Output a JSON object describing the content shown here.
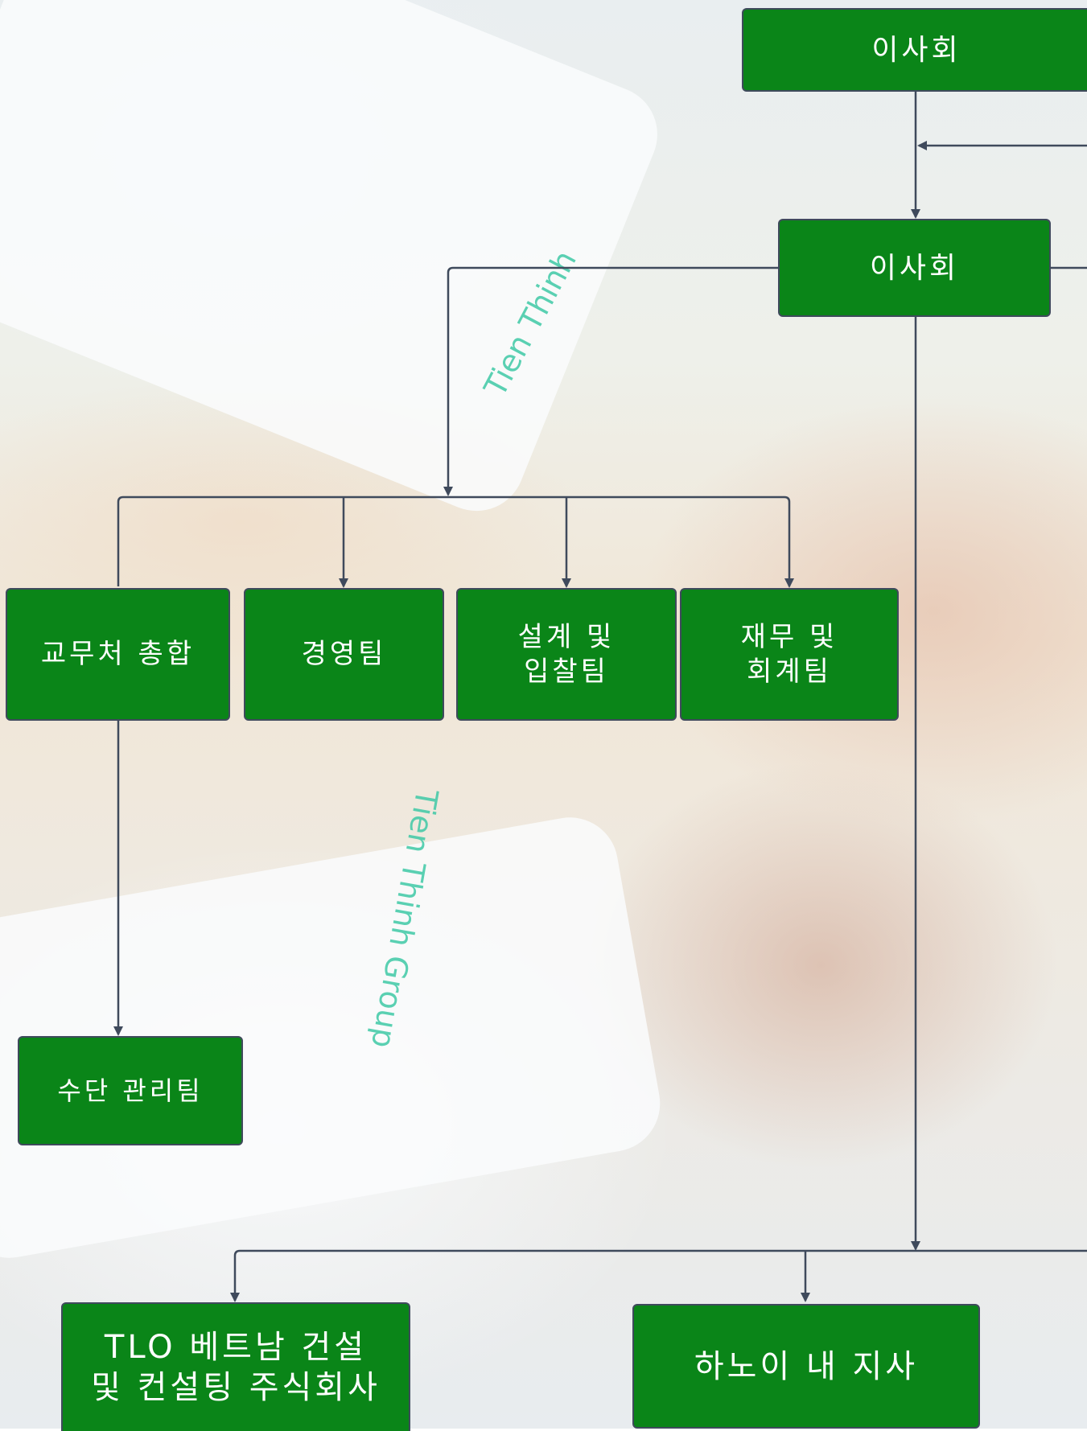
{
  "colors": {
    "node_fill": "#0a8518",
    "node_border": "#3f4a5c",
    "node_text": "#ffffff",
    "connector": "#3f4a5c",
    "watermark": "#3fc9a6"
  },
  "background": {
    "watermark_text_1": "Tien Thinh",
    "watermark_text_2": "Tien Thinh Group"
  },
  "nodes": {
    "board_top": "이사회",
    "board_second": "이사회",
    "general_affairs": "교무처 총합",
    "management_team": "경영팀",
    "design_bidding_line1": "설계 및",
    "design_bidding_line2": "입찰팀",
    "finance_line1": "재무 및",
    "finance_line2": "회계팀",
    "equipment_team": "수단 관리팀",
    "tlo_line1": "TLO 베트남 건설",
    "tlo_line2": "및 컨설팅 주식회사",
    "hanoi_branch": "하노이 내 지사"
  }
}
